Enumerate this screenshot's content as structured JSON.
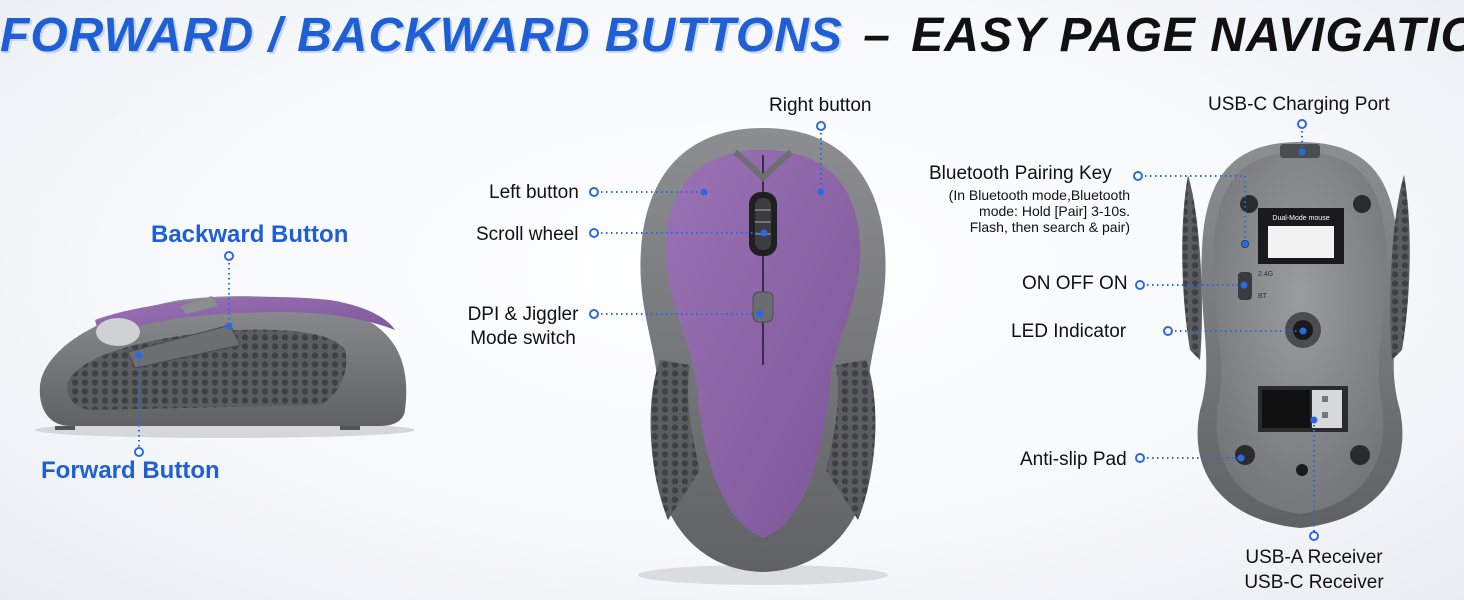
{
  "title": {
    "part1": "FORWARD / BACKWARD BUTTONS",
    "dash": "–",
    "part2": "EASY PAGE NAVIGATION"
  },
  "side_view": {
    "backward_label": "Backward Button",
    "forward_label": "Forward Button"
  },
  "top_view": {
    "right_button": "Right button",
    "left_button": "Left button",
    "scroll_wheel": "Scroll wheel",
    "dpi_line1": "DPI & Jiggler",
    "dpi_line2": "Mode switch"
  },
  "bottom_view": {
    "usb_c_port": "USB-C Charging Port",
    "bt_key": "Bluetooth Pairing Key",
    "bt_note_line1": "(In Bluetooth mode,Bluetooth",
    "bt_note_line2": "mode: Hold [Pair] 3-10s.",
    "bt_note_line3": "Flash, then search & pair)",
    "on_off": "ON OFF ON",
    "led": "LED Indicator",
    "anti_slip": "Anti-slip Pad",
    "receiver_line1": "USB-A Receiver",
    "receiver_line2": "USB-C Receiver",
    "sticker_title": "Dual-Mode mouse",
    "switch_24g": "2.4G",
    "switch_bt": "BT"
  },
  "colors": {
    "accent_blue": "#1f5fd6",
    "mouse_purple": "#8a62a3",
    "mouse_gray": "#7b7d80"
  }
}
